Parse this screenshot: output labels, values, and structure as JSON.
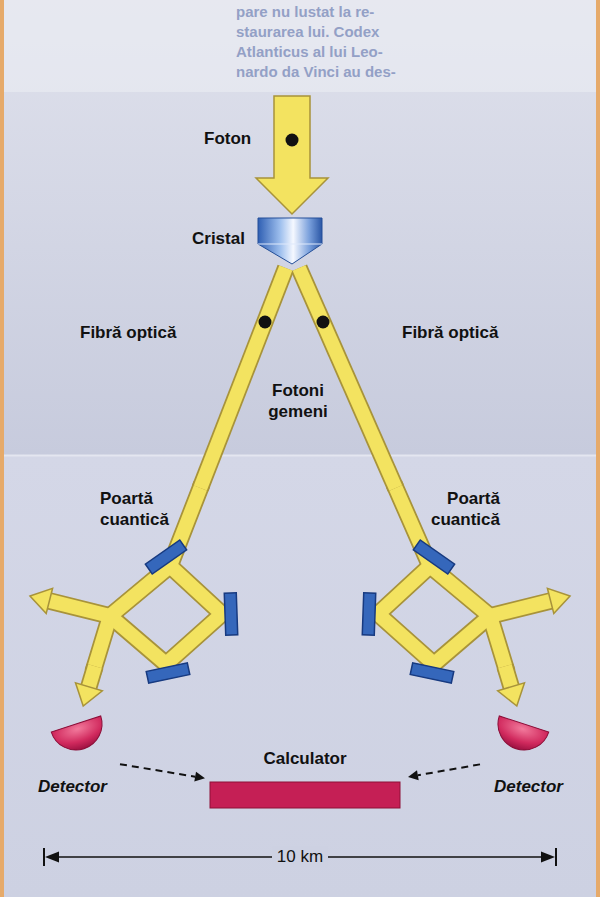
{
  "diagram": {
    "nodes": [
      {
        "text": [
          "Cristal"
        ]
      },
      {
        "text": [
          "Poartă cuantică"
        ]
      },
      {
        "text": [
          "Poartă cuantică"
        ]
      },
      {
        "text": [
          "Detector"
        ]
      },
      {
        "text": [
          "Calculator"
        ]
      },
      {
        "text": [
          "Detector"
        ]
      }
    ],
    "edges": [
      {
        "from": 0,
        "to": 1,
        "arrow": "none"
      },
      {
        "from": 0,
        "to": 2,
        "arrow": "none"
      },
      {
        "from": 1,
        "to": 3,
        "arrow": "to"
      },
      {
        "from": 2,
        "to": 5,
        "arrow": "to"
      },
      {
        "from": 3,
        "to": 4,
        "arrow": "to"
      },
      {
        "from": 5,
        "to": 4,
        "arrow": "to"
      }
    ],
    "labels": [
      "pare nu lustat la re- staurarea lui. Codex Atlanticus al lui Leo- nardo da Vinci au des-",
      "Foton",
      "Fibră optică",
      "Fotoni gemeni",
      "Fibră optică",
      "10 km"
    ]
  }
}
